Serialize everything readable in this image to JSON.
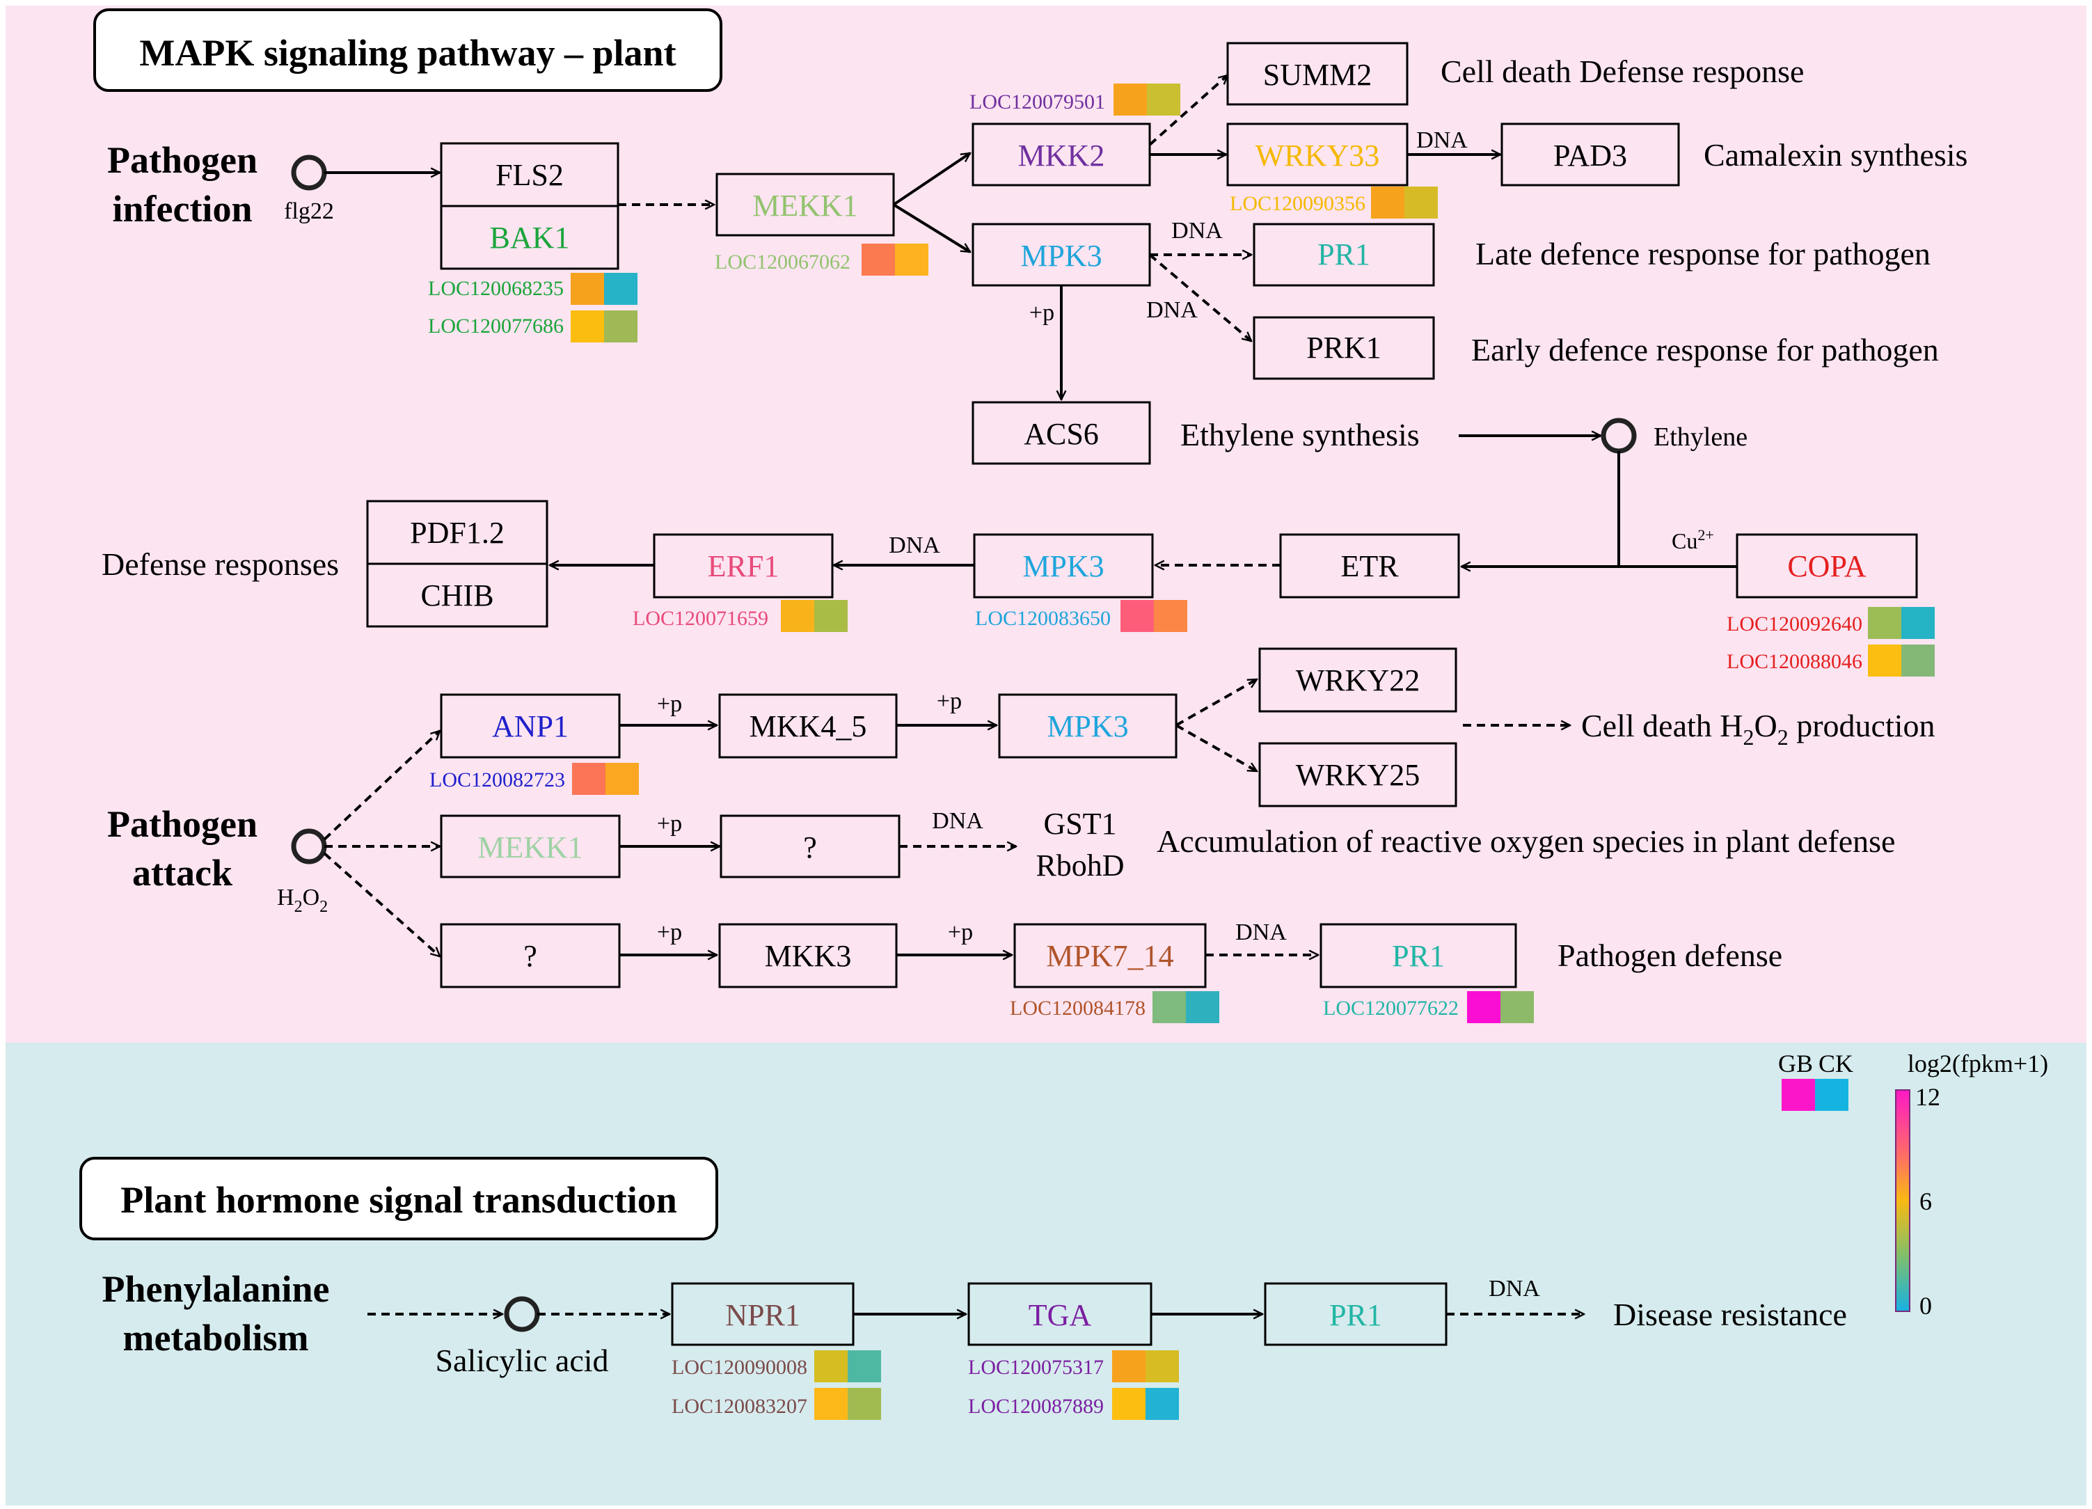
{
  "sections": {
    "mapk_title": "MAPK signaling pathway – plant",
    "hormone_title": "Plant hormone signal transduction"
  },
  "inputs": {
    "pathogen_infection": [
      "Pathogen",
      "infection"
    ],
    "flg22": "flg22",
    "pathogen_attack": [
      "Pathogen",
      "attack"
    ],
    "h2o2": "H",
    "h2o2_sub": "2",
    "h2o2_o": "O",
    "phenylalanine": [
      "Phenylalanine",
      "metabolism"
    ],
    "salicylic_acid": "Salicylic acid",
    "ethylene": "Ethylene",
    "cu": "Cu",
    "cu_sup": "2+"
  },
  "nodes": {
    "fls2": "FLS2",
    "bak1": "BAK1",
    "mekk1_top": "MEKK1",
    "mkk2": "MKK2",
    "mpk3_top": "MPK3",
    "summ2": "SUMM2",
    "wrky33": "WRKY33",
    "pad3": "PAD3",
    "pr1_top": "PR1",
    "prk1": "PRK1",
    "acs6": "ACS6",
    "pdf12": "PDF1.2",
    "chib": "CHIB",
    "erf1": "ERF1",
    "mpk3_mid": "MPK3",
    "etr": "ETR",
    "copa": "COPA",
    "anp1": "ANP1",
    "mkk4_5": "MKK4_5",
    "mpk3_low": "MPK3",
    "wrky22": "WRKY22",
    "wrky25": "WRKY25",
    "mekk1_low": "MEKK1",
    "q1": "?",
    "gst1": "GST1",
    "rbohd": "RbohD",
    "q2": "?",
    "mkk3": "MKK3",
    "mpk7_14": "MPK7_14",
    "pr1_low": "PR1",
    "npr1": "NPR1",
    "tga": "TGA",
    "pr1_bottom": "PR1"
  },
  "edge_labels": {
    "dna": "DNA",
    "plus_p": "+p"
  },
  "outcomes": {
    "cell_death_defense": "Cell death Defense response",
    "camalexin": "Camalexin synthesis",
    "late_defence": "Late defence response for pathogen",
    "early_defence": "Early defence response for pathogen",
    "ethylene_synthesis": "Ethylene synthesis",
    "defense_responses": "Defense responses",
    "cell_death_h2o2": "Cell death H",
    "cell_death_h2o2_sub": "2",
    "cell_death_h2o2_end": "O",
    "cell_death_h2o2_sub2": "2",
    "cell_death_h2o2_tail": " production",
    "ros": "Accumulation of reactive oxygen species in plant defense",
    "pathogen_defense": "Pathogen defense",
    "disease_resistance": "Disease resistance"
  },
  "genes": [
    {
      "id": "LOC120079501",
      "gb": "#f7a21d",
      "ck": "#c9bf31",
      "color": "#7030a0"
    },
    {
      "id": "LOC120090356",
      "gb": "#f7a21d",
      "ck": "#d6bb26",
      "color": "#f5b800"
    },
    {
      "id": "LOC120067062",
      "gb": "#fb7a4f",
      "ck": "#fcb31f",
      "color": "#92c36f"
    },
    {
      "id": "LOC120068235",
      "gb": "#f7a21d",
      "ck": "#26b2c7",
      "color": "#1aa53a"
    },
    {
      "id": "LOC120077686",
      "gb": "#fbbd10",
      "ck": "#9eb956",
      "color": "#1aa53a"
    },
    {
      "id": "LOC120071659",
      "gb": "#f9b21a",
      "ck": "#a9bc46",
      "color": "#e84a7a"
    },
    {
      "id": "LOC120083650",
      "gb": "#fe5d7a",
      "ck": "#fb8646",
      "color": "#1ea5db"
    },
    {
      "id": "LOC120092640",
      "gb": "#9cbc55",
      "ck": "#25b3c6",
      "color": "#e51f1f"
    },
    {
      "id": "LOC120088046",
      "gb": "#fbbe11",
      "ck": "#84b877",
      "color": "#e51f1f"
    },
    {
      "id": "LOC120082723",
      "gb": "#fb7556",
      "ck": "#fba722",
      "color": "#1f1fcc"
    },
    {
      "id": "LOC120084178",
      "gb": "#7fba7e",
      "ck": "#2fb0be",
      "color": "#b0542a"
    },
    {
      "id": "LOC120077622",
      "gb": "#fb0ed4",
      "ck": "#8cba69",
      "color": "#22b5a5"
    },
    {
      "id": "LOC120090008",
      "gb": "#d6be22",
      "ck": "#4fb8a3",
      "color": "#7a4a4a"
    },
    {
      "id": "LOC120083207",
      "gb": "#fbb818",
      "ck": "#a2bb50",
      "color": "#7a4a4a"
    },
    {
      "id": "LOC120075317",
      "gb": "#f7a21d",
      "ck": "#d7bc24",
      "color": "#7b1fa2"
    },
    {
      "id": "LOC120087889",
      "gb": "#fbbe11",
      "ck": "#22b2d4",
      "color": "#7b1fa2"
    }
  ],
  "legend": {
    "gb": "GB",
    "ck": "CK",
    "gb_color": "#fb16c9",
    "ck_color": "#15b4e0",
    "title": "log2(fpkm+1)",
    "ticks": [
      "12",
      "6",
      "0"
    ],
    "gradient": [
      "#ff19c6",
      "#ff6f64",
      "#f9ba12",
      "#7fbf6c",
      "#17b1e3"
    ]
  },
  "colors": {
    "top_bg": "#fce4f1",
    "bottom_bg": "#d6ebed"
  }
}
